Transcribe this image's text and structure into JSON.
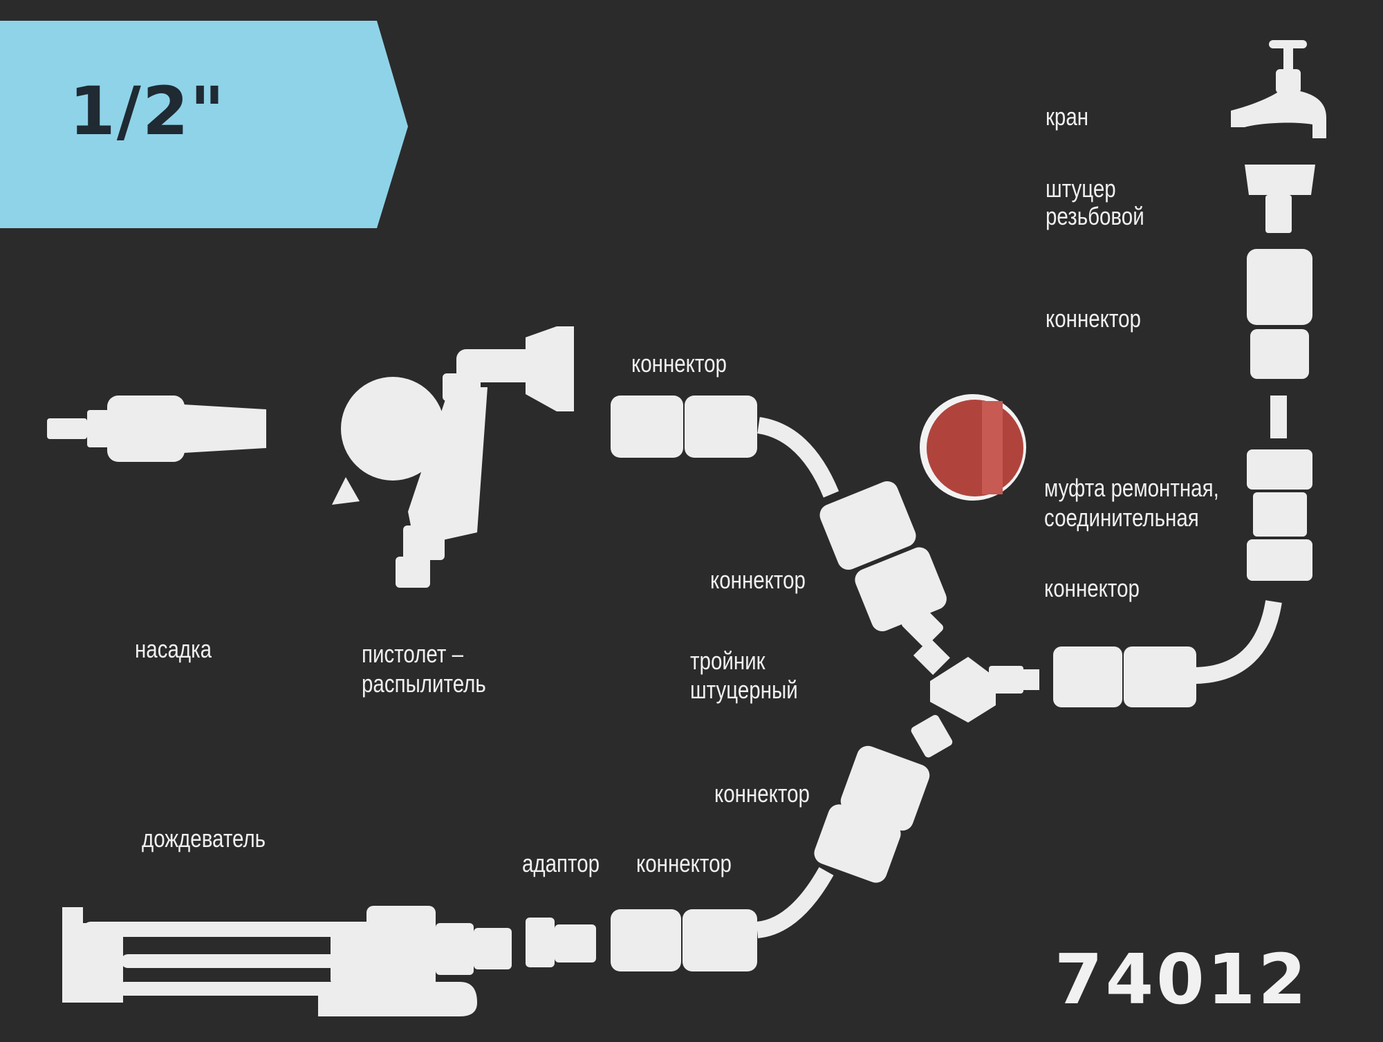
{
  "size_label": "1/2\"",
  "product_code": "74012",
  "colors": {
    "background": "#2b2b2c",
    "banner": "#8fd3e8",
    "parts": "#ededed",
    "text": "#f0f0f0"
  },
  "labels": {
    "faucet": "кран",
    "threaded_fitting_1": "штуцер",
    "threaded_fitting_2": "резьбовой",
    "connector_top": "коннектор",
    "repair_coupling_1": "муфта ремонтная,",
    "repair_coupling_2": "соединительная",
    "connector_right": "коннектор",
    "connector_pistol": "коннектор",
    "connector_mid": "коннектор",
    "tee_1": "тройник",
    "tee_2": "штуцерный",
    "connector_lower": "коннектор",
    "nozzle": "насадка",
    "pistol_1": "пистолет –",
    "pistol_2": "распылитель",
    "sprinkler": "дождеватель",
    "adapter": "адаптор",
    "connector_bottom": "коннектор"
  }
}
